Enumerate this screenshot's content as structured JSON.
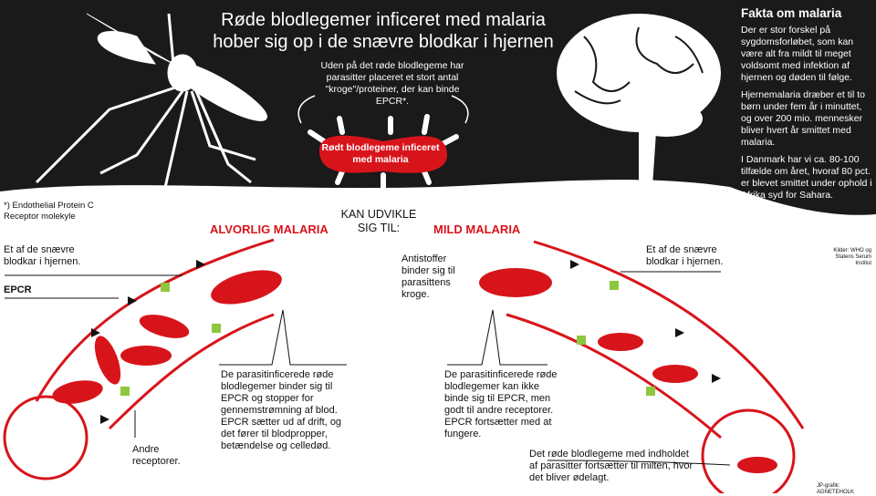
{
  "title_line1": "Røde blodlegemer inficeret med malaria",
  "title_line2": "hober sig op i de snævre blodkar i hjernen",
  "intro": "Uden på det røde blodlegeme har parasitter placeret et stort antal \"kroge\"/proteiner, der kan binde EPCR*.",
  "cell_label": "Rødt blodlegeme inficeret med malaria",
  "footnote": "*) Endothelial Protein C Receptor molekyle",
  "facts": {
    "heading": "Fakta om malaria",
    "paragraphs": [
      "Der er stor forskel på sygdomsforløbet, som kan være alt fra mildt til meget voldsomt med infektion af hjernen og døden til følge.",
      "Hjernemalaria dræber et til to børn under fem år i minuttet, og over 200 mio. mennesker bliver hvert år smittet med malaria.",
      "I Danmark har vi ca. 80-100 tilfælde om året, hvoraf 80 pct. er blevet smittet under ophold i Afrika syd for Sahara."
    ],
    "sources": "Kilder: WHO og Statens Serum Institut"
  },
  "center_label": "KAN UDVIKLE SIG TIL:",
  "severe": {
    "heading": "ALVORLIG MALARIA",
    "vessel_label": "Et af de snævre blodkar i hjernen.",
    "epcr_label": "EPCR",
    "receptors_label": "Andre receptorer.",
    "description": "De parasitinficerede røde blodlegemer binder sig til EPCR og stopper for gennemstrømning af blod. EPCR sætter ud af drift, og det fører til blodpropper, betændelse og celledød."
  },
  "mild": {
    "heading": "MILD MALARIA",
    "vessel_label": "Et af de snævre blodkar i hjernen.",
    "antibody_label": "Antistoffer binder sig til parasittens kroge.",
    "description": "De parasitinficerede røde blodlegemer kan ikke binde sig til EPCR, men godt til andre receptorer. EPCR fortsætter med at fungere.",
    "spleen_note": "Det røde blodlegeme med indholdet af parasitter fortsætter til milten, hvor det bliver ødelagt."
  },
  "credit": "JP-grafik: AGNETEHOLK",
  "colors": {
    "red": "#d8141b",
    "green": "#8dc63f",
    "black": "#1a1a1a"
  }
}
